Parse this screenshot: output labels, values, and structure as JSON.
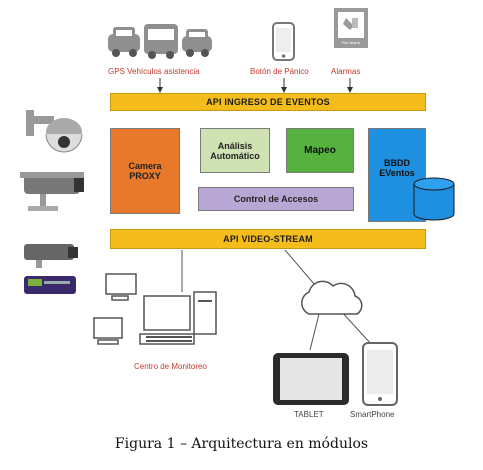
{
  "sources": {
    "gps_label": "GPS Vehículos asistencia",
    "panic_label": "Botón de Pánico",
    "alarm_label": "Alarmas",
    "alarm_sign_text": "Fire Alarm"
  },
  "bars": {
    "api_ingress": "API INGRESO DE EVENTOS",
    "api_video": "API VIDEO-STREAM"
  },
  "modules": {
    "camera_proxy_line1": "Camera",
    "camera_proxy_line2": "PROXY",
    "analysis_line1": "Análisis",
    "analysis_line2": "Automático",
    "mapping": "Mapeo",
    "db_line1": "BBDD",
    "db_line2": "EVentos",
    "access_control": "Control de Accesos"
  },
  "clients": {
    "monitoring_label": "Centro de Monitoreo",
    "tablet_label": "TABLET",
    "smartphone_label": "SmartPhone"
  },
  "caption": "Figura 1 – Arquitectura en módulos",
  "colors": {
    "bar": "#f5bd1c",
    "camera_proxy": "#e8782a",
    "analysis": "#cfe2b4",
    "mapping": "#57b13f",
    "database": "#1f8fe0",
    "access_control": "#b8a6d4",
    "source_label": "#c0392b"
  },
  "icons": [
    "car-icon",
    "bus-icon",
    "phone-icon",
    "fire-alarm-icon",
    "dome-camera-icon",
    "bullet-camera-icon",
    "usb-stick-icon",
    "desktop-computer-icon",
    "cloud-icon",
    "tablet-icon",
    "smartphone-icon",
    "database-cylinder-icon"
  ]
}
